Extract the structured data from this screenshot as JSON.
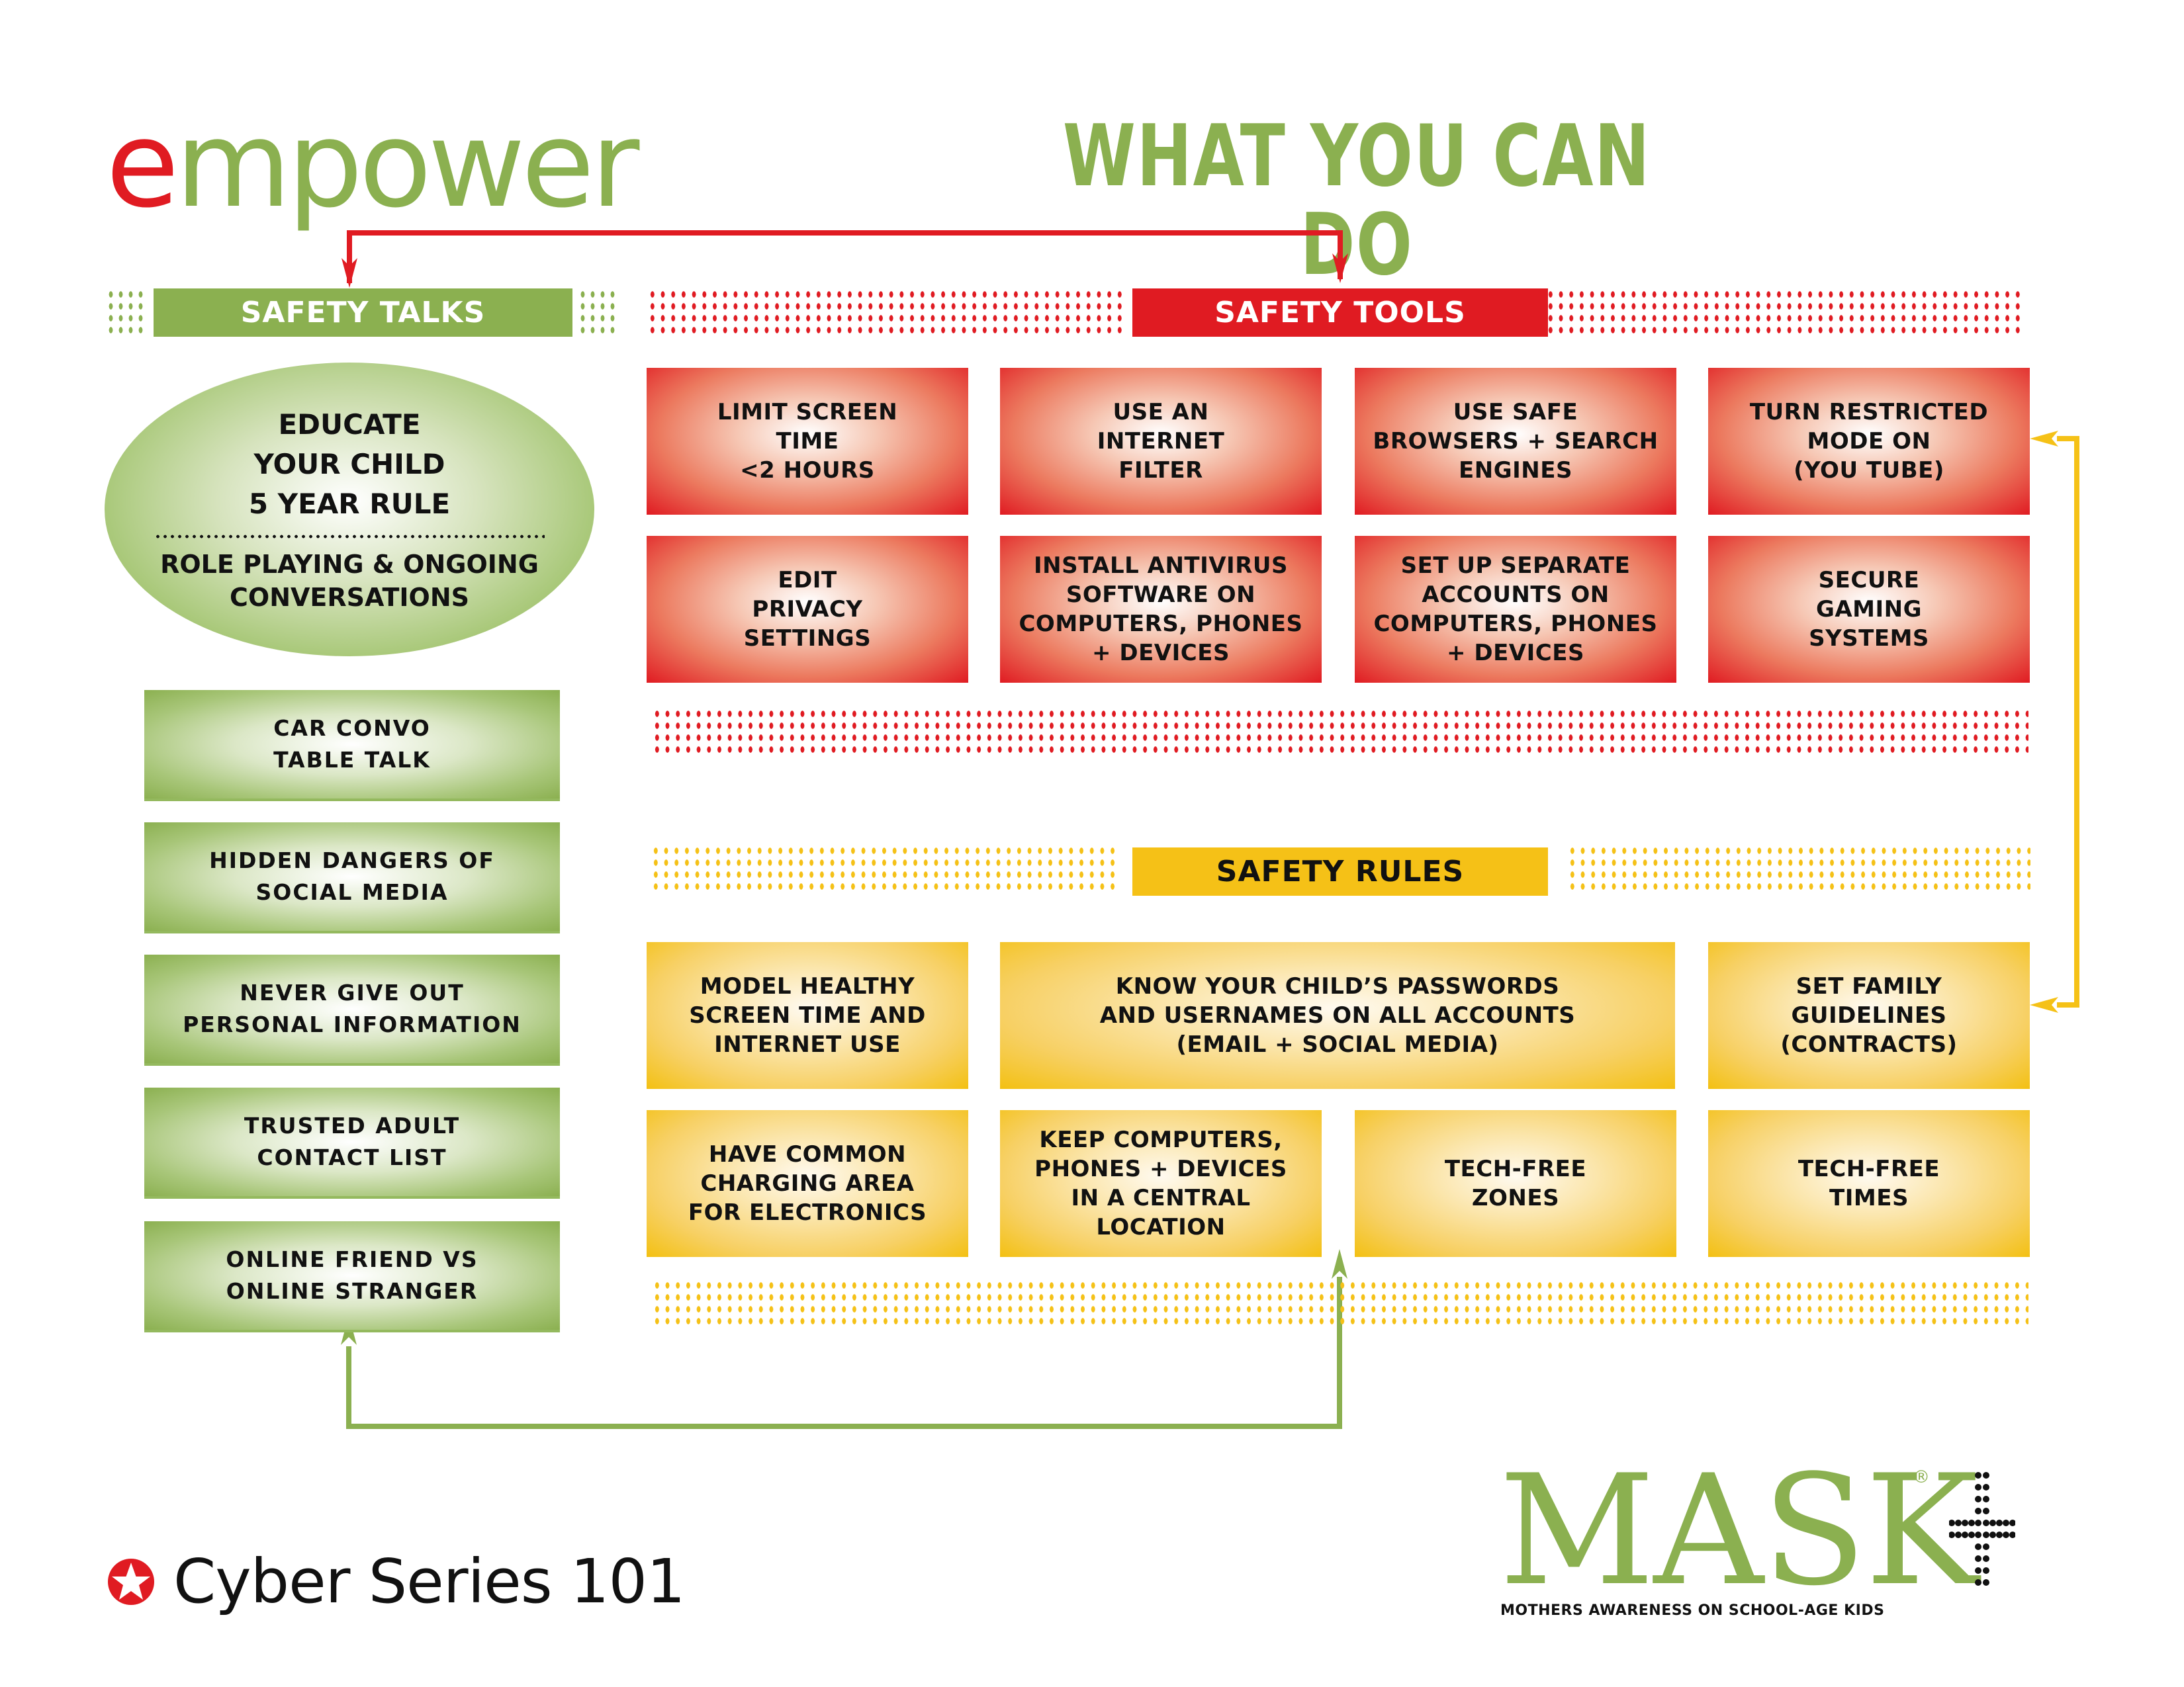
{
  "header": {
    "logo_first": "e",
    "logo_rest": "mpower",
    "title": "WHAT YOU CAN DO"
  },
  "sections": {
    "talks": "SAFETY TALKS",
    "tools": "SAFETY TOOLS",
    "rules": "SAFETY RULES"
  },
  "education": {
    "lines": [
      "EDUCATE",
      "YOUR CHILD",
      "5 YEAR RULE"
    ],
    "sub_lines": [
      "ROLE PLAYING & ONGOING",
      "CONVERSATIONS"
    ]
  },
  "talks": [
    {
      "l1": "CAR CONVO",
      "l2": "TABLE TALK"
    },
    {
      "l1": "HIDDEN DANGERS OF",
      "l2": "SOCIAL MEDIA"
    },
    {
      "l1": "NEVER GIVE OUT",
      "l2": "PERSONAL INFORMATION"
    },
    {
      "l1": "TRUSTED ADULT",
      "l2": "CONTACT LIST"
    },
    {
      "l1": "ONLINE FRIEND VS",
      "l2": "ONLINE STRANGER"
    }
  ],
  "tools": [
    {
      "lines": [
        "LIMIT SCREEN",
        "TIME",
        "<2 HOURS"
      ]
    },
    {
      "lines": [
        "USE AN",
        "INTERNET",
        "FILTER"
      ]
    },
    {
      "lines": [
        "USE SAFE",
        "BROWSERS + SEARCH",
        "ENGINES"
      ]
    },
    {
      "lines": [
        "TURN RESTRICTED",
        "MODE ON",
        "(YOU TUBE)"
      ]
    },
    {
      "lines": [
        "EDIT",
        "PRIVACY",
        "SETTINGS"
      ]
    },
    {
      "lines": [
        "INSTALL ANTIVIRUS",
        "SOFTWARE ON",
        "COMPUTERS, PHONES",
        "+ DEVICES"
      ]
    },
    {
      "lines": [
        "SET UP SEPARATE",
        "ACCOUNTS ON",
        "COMPUTERS, PHONES",
        "+ DEVICES"
      ]
    },
    {
      "lines": [
        "SECURE",
        "GAMING",
        "SYSTEMS"
      ]
    }
  ],
  "rules": [
    {
      "lines": [
        "MODEL HEALTHY",
        "SCREEN TIME AND",
        "INTERNET USE"
      ]
    },
    {
      "lines": [
        "KNOW YOUR CHILD’S PASSWORDS",
        "AND USERNAMES ON ALL ACCOUNTS",
        "(EMAIL + SOCIAL MEDIA)"
      ]
    },
    {
      "lines": [
        "SET FAMILY",
        "GUIDELINES",
        "(CONTRACTS)"
      ]
    },
    {
      "lines": [
        "HAVE COMMON",
        "CHARGING AREA",
        "FOR ELECTRONICS"
      ]
    },
    {
      "lines": [
        "KEEP COMPUTERS,",
        "PHONES + DEVICES",
        "IN A CENTRAL",
        "LOCATION"
      ]
    },
    {
      "lines": [
        "TECH-FREE",
        "ZONES"
      ]
    },
    {
      "lines": [
        "TECH-FREE",
        "TIMES"
      ]
    }
  ],
  "footer": {
    "series": "Cyber Series 101"
  },
  "brand": {
    "name": "MASK",
    "registered": "®",
    "tagline": "MOTHERS AWARENESS ON SCHOOL-AGE KIDS"
  },
  "colors": {
    "green": "#8bb050",
    "red": "#e01b22",
    "yellow": "#f5c117"
  }
}
